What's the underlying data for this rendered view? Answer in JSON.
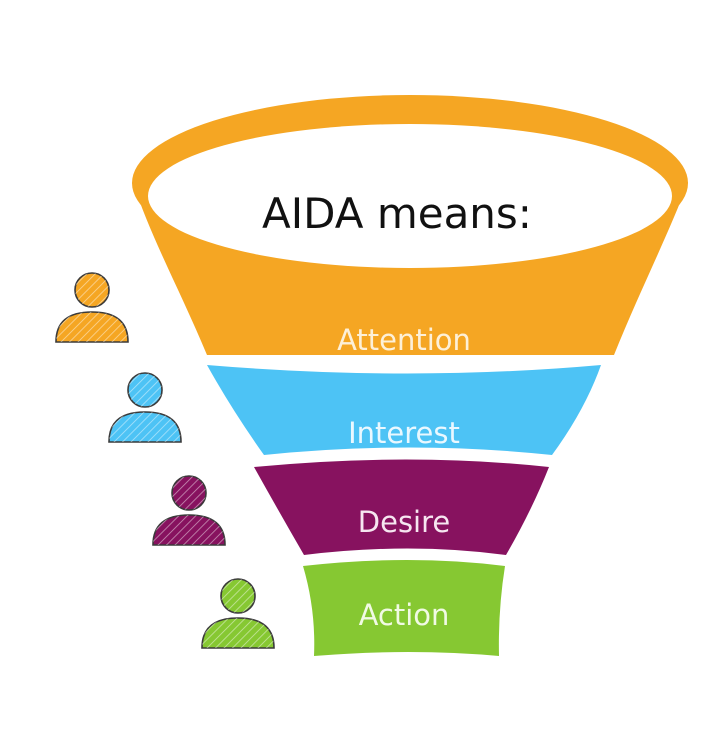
{
  "funnel": {
    "title": "AIDA means:",
    "stages": [
      {
        "label": "Attention",
        "color": "#f5a623",
        "text_color": "#fdf0d8"
      },
      {
        "label": "Interest",
        "color": "#4dc3f5",
        "text_color": "#eaf8ff"
      },
      {
        "label": "Desire",
        "color": "#87125f",
        "text_color": "#f6e6f0"
      },
      {
        "label": "Action",
        "color": "#86c832",
        "text_color": "#f1fae4"
      }
    ],
    "title_color": "#111111",
    "person_icons": [
      {
        "icon": "person-icon",
        "color": "#f5a623"
      },
      {
        "icon": "person-icon",
        "color": "#4dc3f5"
      },
      {
        "icon": "person-icon",
        "color": "#87125f"
      },
      {
        "icon": "person-icon",
        "color": "#86c832"
      }
    ]
  }
}
